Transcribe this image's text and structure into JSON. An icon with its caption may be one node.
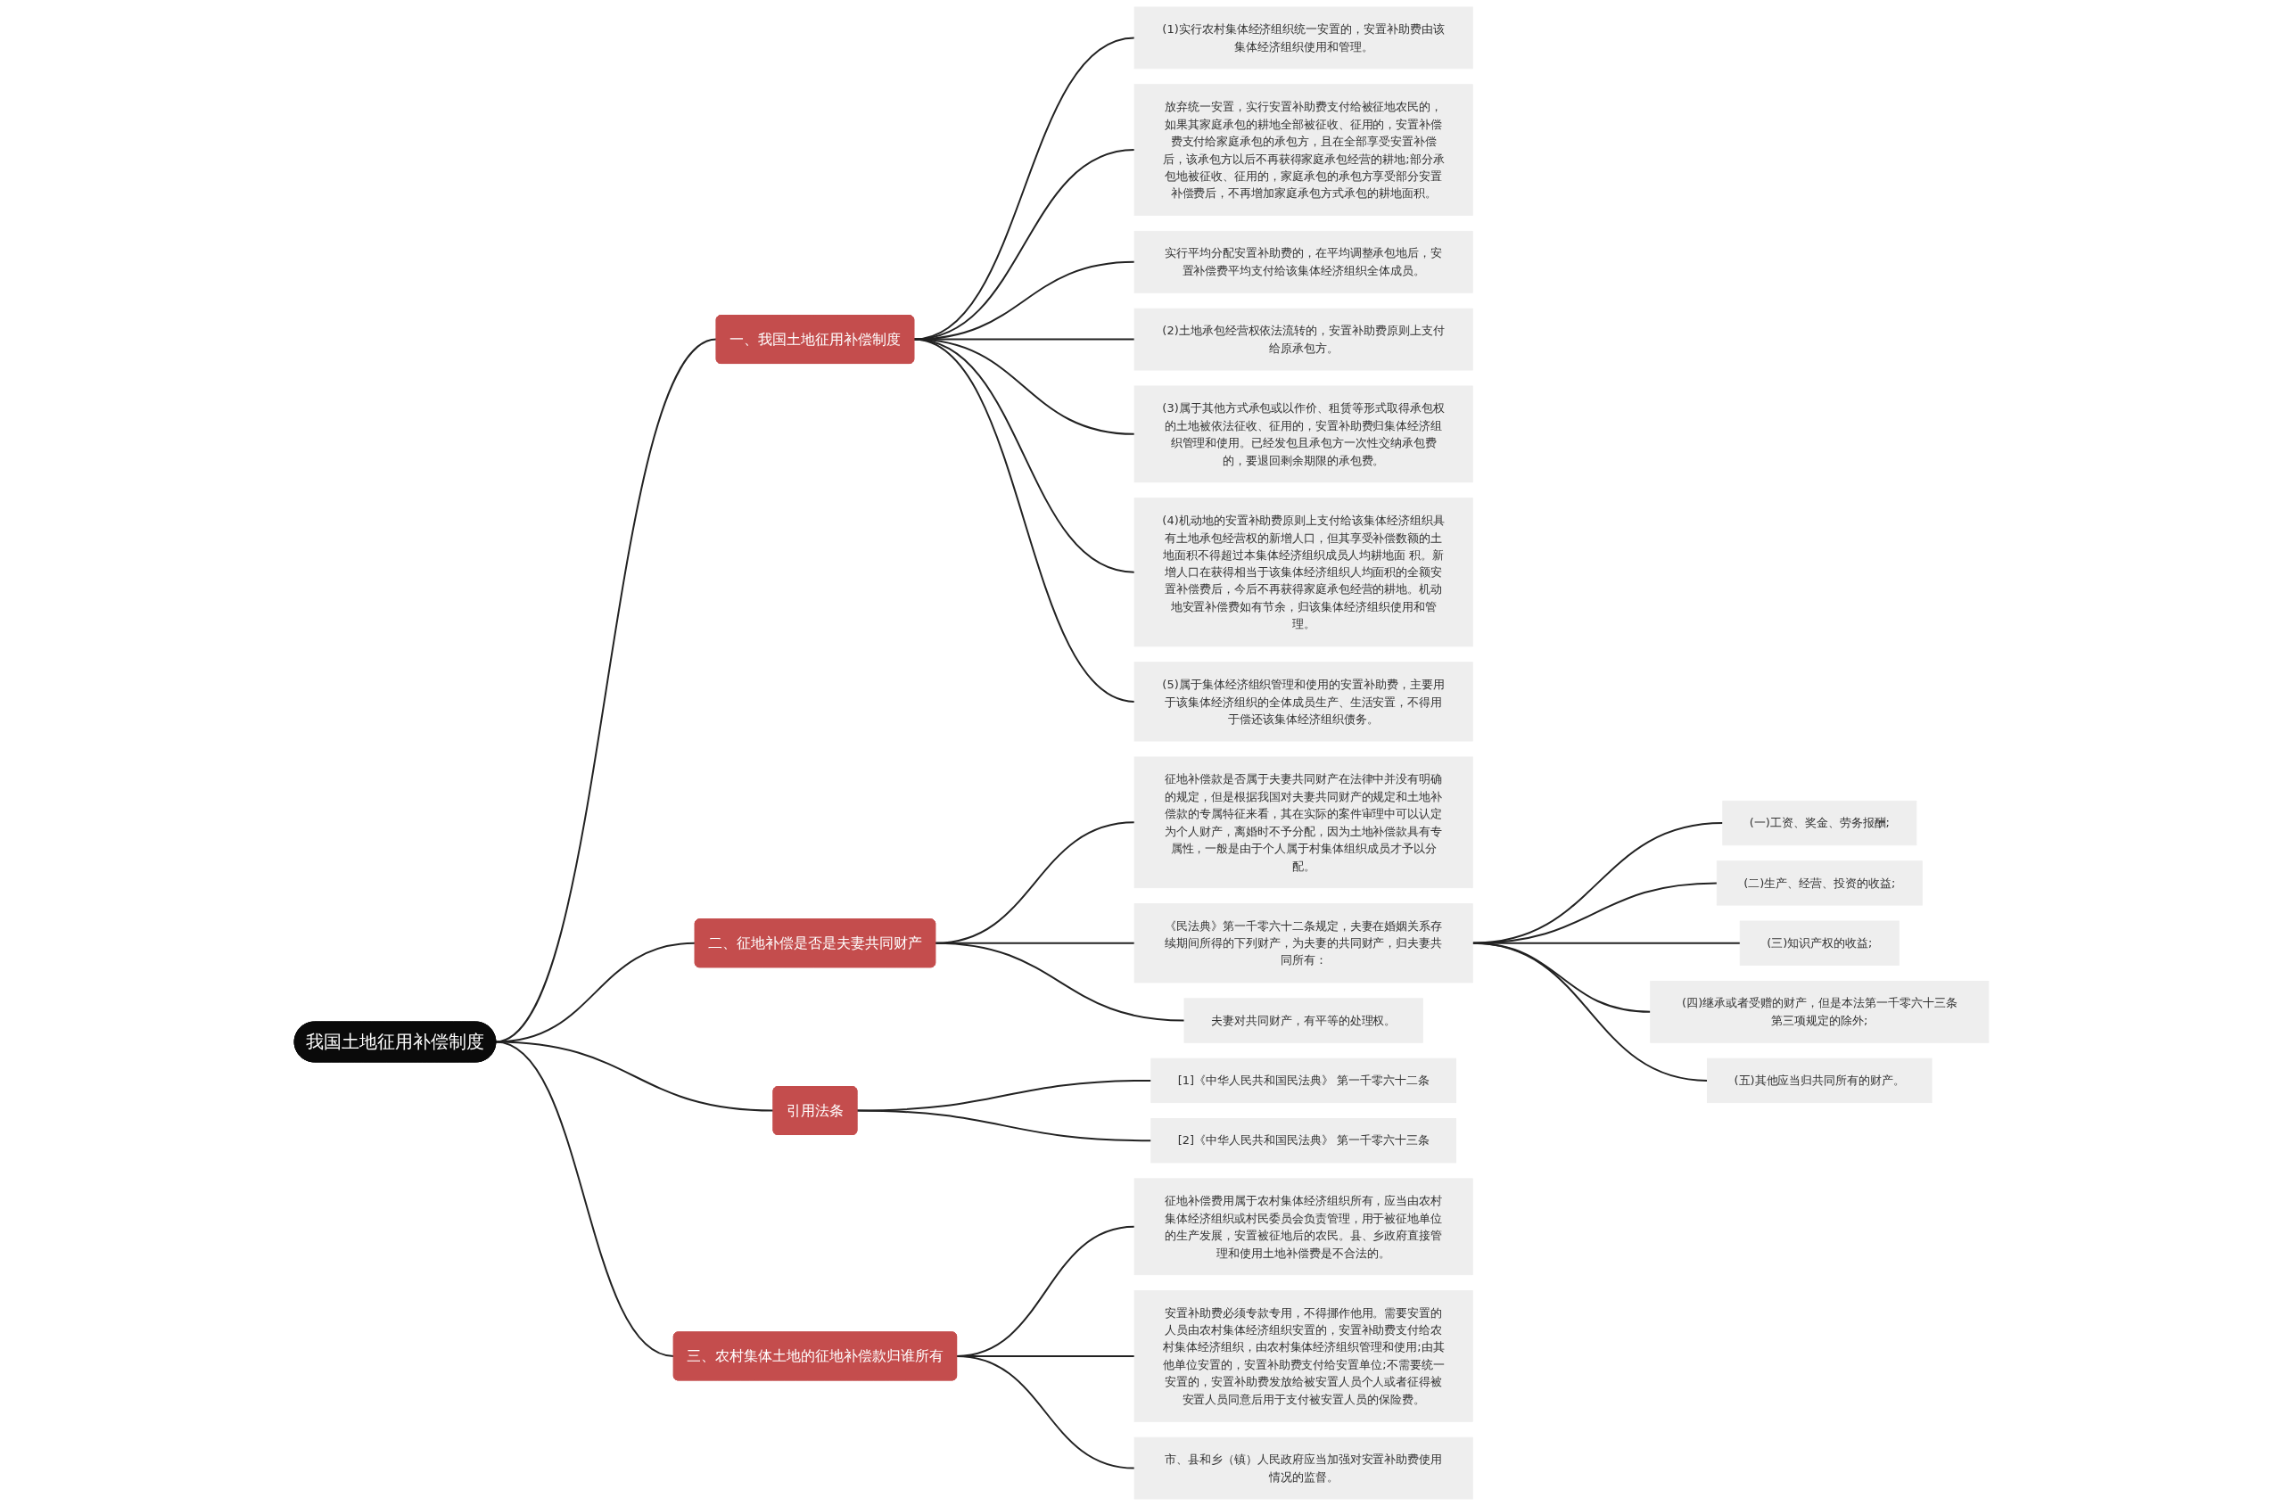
{
  "diagram": {
    "nodes": [
      {
        "text": [
          "我国土地征用补偿制度"
        ]
      },
      {
        "text": [
          "一、我国土地征用补偿制度"
        ]
      },
      {
        "text": [
          "(1)实行农村集体经济组织统一安置的，安置补助费由该集体经济组织使用和管理。"
        ]
      },
      {
        "text": [
          "放弃统一安置，实行安置补助费支付给被征地农民的，如果其家庭承包的耕地全部被征收、征用的，安置补偿费支付给家庭承包的承包方，且在全部享受安置补偿后，该承包方以后不再获得家庭承包经营的耕地;部分承包地被征收、征用的，家庭承包的承包方享受部分安置补偿费后，不再增加家庭承包方式承包的耕地面积。"
        ]
      },
      {
        "text": [
          "实行平均分配安置补助费的，在平均调整承包地后，安置补偿费平均支付给该集体经济组织全体成员。"
        ]
      },
      {
        "text": [
          "(2)土地承包经营权依法流转的，安置补助费原则上支付给原承包方。"
        ]
      },
      {
        "text": [
          "(3)属于其他方式承包或以作价、租赁等形式取得承包权的土地被依法征收、征用的，安置补助费归集体经济组织管理和使用。已经发包且承包方一次性交纳承包费的，要退回剩余期限的承包费。"
        ]
      },
      {
        "text": [
          "(4)机动地的安置补助费原则上支付给该集体经济组织具有土地承包经营权的新增人口，但其享受补偿数额的土地面积不得超过本集体经济组织成员人均耕地面 积。新增人口在获得相当于该集体经济组织人均面积的全额安置补偿费后，今后不再获得家庭承包经营的耕地。机动地安置补偿费如有节余，归该集体经济组织使用和管理。"
        ]
      },
      {
        "text": [
          "(5)属于集体经济组织管理和使用的安置补助费，主要用于该集体经济组织的全体成员生产、生活安置，不得用于偿还该集体经济组织债务。"
        ]
      },
      {
        "text": [
          "二、征地补偿是否是夫妻共同财产"
        ]
      },
      {
        "text": [
          "征地补偿款是否属于夫妻共同财产在法律中并没有明确的规定，但是根据我国对夫妻共同财产的规定和土地补偿款的专属特征来看，其在实际的案件审理中可以认定为个人财产，离婚时不予分配，因为土地补偿款具有专属性，一般是由于个人属于村集体组织成员才予以分配。"
        ]
      },
      {
        "text": [
          "《民法典》第一千零六十二条规定，夫妻在婚姻关系存续期间所得的下列财产，为夫妻的共同财产，归夫妻共同所有："
        ]
      },
      {
        "text": [
          "(一)工资、奖金、劳务报酬;"
        ]
      },
      {
        "text": [
          "(二)生产、经营、投资的收益;"
        ]
      },
      {
        "text": [
          "(三)知识产权的收益;"
        ]
      },
      {
        "text": [
          "(四)继承或者受赠的财产，但是本法第一千零六十三条第三项规定的除外;"
        ]
      },
      {
        "text": [
          "(五)其他应当归共同所有的财产。"
        ]
      },
      {
        "text": [
          "夫妻对共同财产，有平等的处理权。"
        ]
      },
      {
        "text": [
          "引用法条"
        ]
      },
      {
        "text": [
          "[1]《中华人民共和国民法典》 第一千零六十二条"
        ]
      },
      {
        "text": [
          "[2]《中华人民共和国民法典》 第一千零六十三条"
        ]
      },
      {
        "text": [
          "三、农村集体土地的征地补偿款归谁所有"
        ]
      },
      {
        "text": [
          "征地补偿费用属于农村集体经济组织所有，应当由农村集体经济组织或村民委员会负责管理，用于被征地单位的生产发展，安置被征地后的农民。县、乡政府直接管理和使用土地补偿费是不合法的。"
        ]
      },
      {
        "text": [
          "安置补助费必须专款专用，不得挪作他用。需要安置的人员由农村集体经济组织安置的，安置补助费支付给农村集体经济组织，由农村集体经济组织管理和使用;由其他单位安置的，安置补助费支付给安置单位;不需要统一安置的，安置补助费发放给被安置人员个人或者征得被安置人员同意后用于支付被安置人员的保险费。"
        ]
      },
      {
        "text": [
          "市、县和乡（镇）人民政府应当加强对安置补助费使用情况的监督。"
        ]
      }
    ],
    "edges": [
      {
        "from": 0,
        "to": 1,
        "arrow": "none"
      },
      {
        "from": 1,
        "to": 2,
        "arrow": "none"
      },
      {
        "from": 1,
        "to": 3,
        "arrow": "none"
      },
      {
        "from": 1,
        "to": 4,
        "arrow": "none"
      },
      {
        "from": 1,
        "to": 5,
        "arrow": "none"
      },
      {
        "from": 1,
        "to": 6,
        "arrow": "none"
      },
      {
        "from": 1,
        "to": 7,
        "arrow": "none"
      },
      {
        "from": 1,
        "to": 8,
        "arrow": "none"
      },
      {
        "from": 0,
        "to": 9,
        "arrow": "none"
      },
      {
        "from": 9,
        "to": 10,
        "arrow": "none"
      },
      {
        "from": 9,
        "to": 11,
        "arrow": "none"
      },
      {
        "from": 11,
        "to": 12,
        "arrow": "none"
      },
      {
        "from": 11,
        "to": 13,
        "arrow": "none"
      },
      {
        "from": 11,
        "to": 14,
        "arrow": "none"
      },
      {
        "from": 11,
        "to": 15,
        "arrow": "none"
      },
      {
        "from": 11,
        "to": 16,
        "arrow": "none"
      },
      {
        "from": 9,
        "to": 17,
        "arrow": "none"
      },
      {
        "from": 0,
        "to": 18,
        "arrow": "none"
      },
      {
        "from": 18,
        "to": 19,
        "arrow": "none"
      },
      {
        "from": 18,
        "to": 20,
        "arrow": "none"
      },
      {
        "from": 0,
        "to": 21,
        "arrow": "none"
      },
      {
        "from": 21,
        "to": 22,
        "arrow": "none"
      },
      {
        "from": 21,
        "to": 23,
        "arrow": "none"
      },
      {
        "from": 21,
        "to": 24,
        "arrow": "none"
      }
    ]
  }
}
